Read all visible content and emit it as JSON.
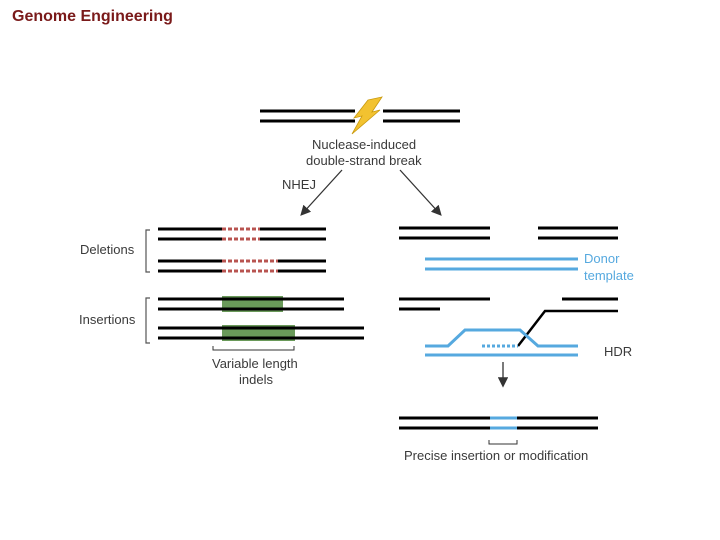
{
  "title": "Genome Engineering",
  "labels": {
    "nuclease_line1": "Nuclease-induced",
    "nuclease_line2": "double-strand break",
    "nhej": "NHEJ",
    "deletions": "Deletions",
    "insertions": "Insertions",
    "variable_line1": "Variable length",
    "variable_line2": "indels",
    "donor_line1": "Donor",
    "donor_line2": "template",
    "hdr": "HDR",
    "precise": "Precise insertion or modification"
  },
  "colors": {
    "title": "#7a1a1a",
    "dna": "#000000",
    "deletion": "#b85450",
    "insertion": "#6a9a5a",
    "donor": "#56a9df",
    "lightning": "#f2c230",
    "arrow": "#333333"
  },
  "icons": {
    "lightning": "lightning-bolt-icon"
  }
}
